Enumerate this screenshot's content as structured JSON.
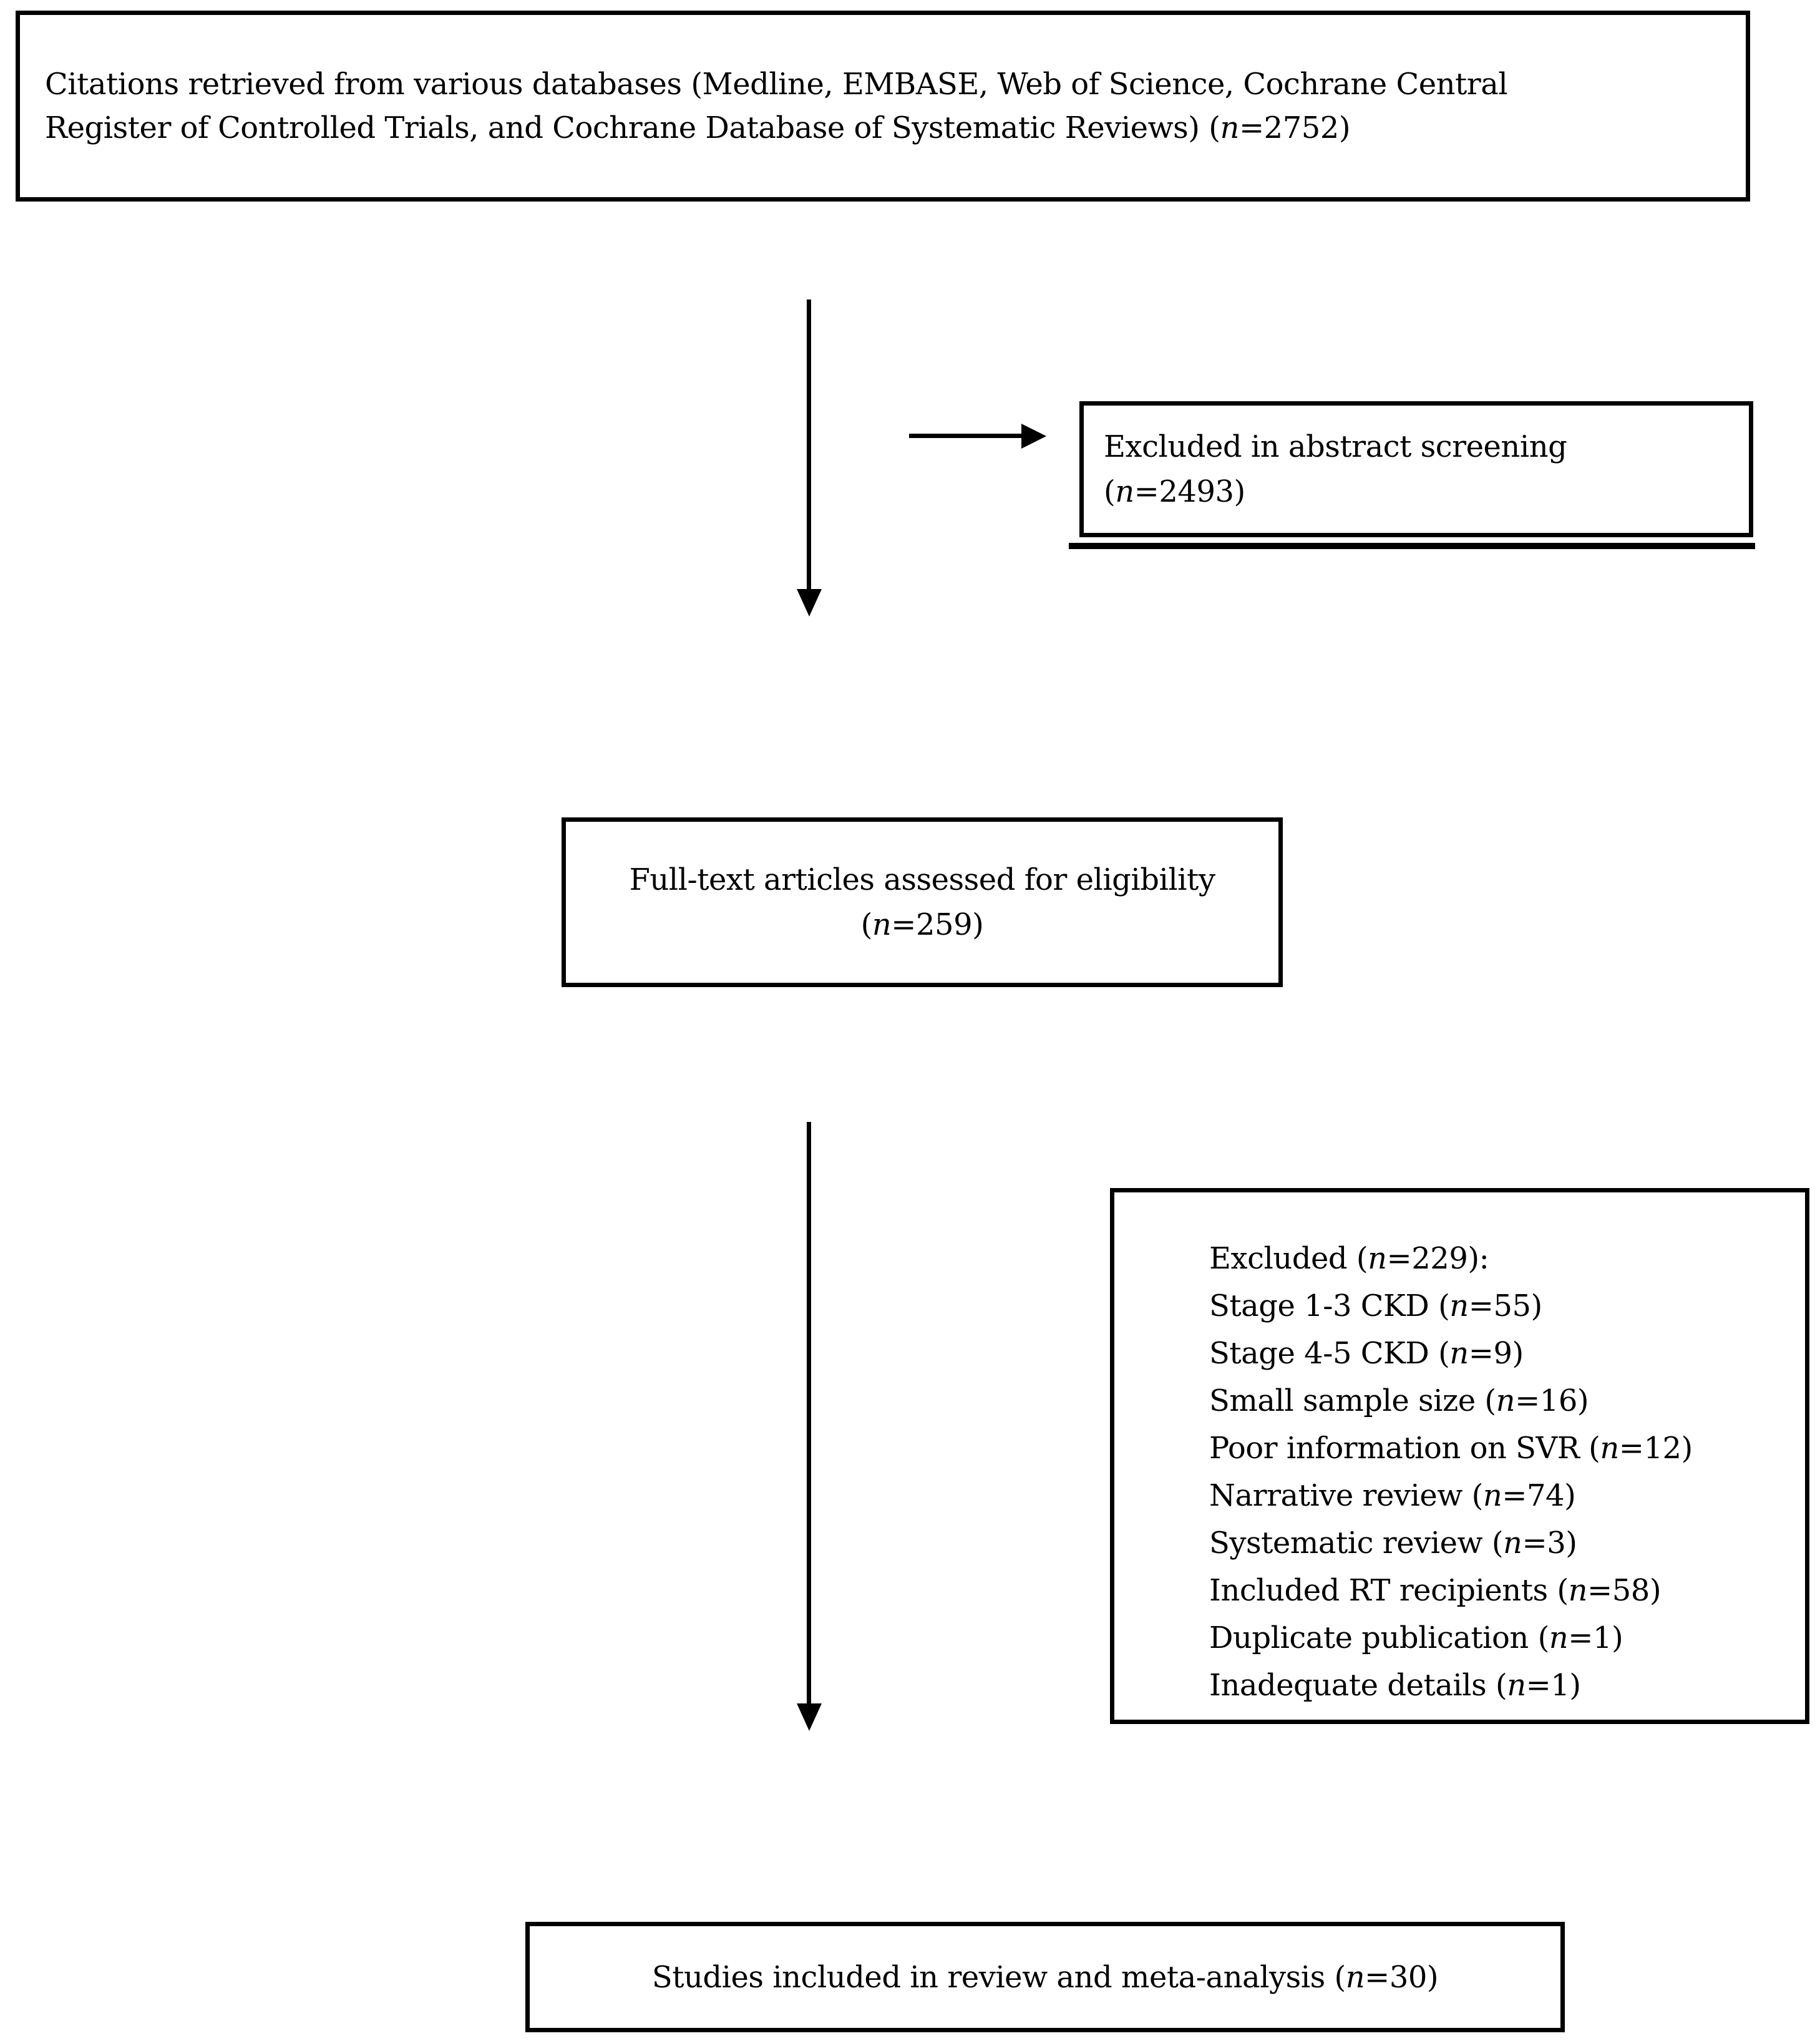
{
  "colors": {
    "ink": "#000000",
    "background": "#ffffff"
  },
  "boxes": {
    "citations": {
      "lines": [
        [
          {
            "t": "Citations retrieved from various databases (Medline, EMBASE, Web of Science, Cochrane Central"
          }
        ],
        [
          {
            "t": "Register of Controlled Trials, and Cochrane Database of Systematic Reviews) ("
          },
          {
            "t": "n",
            "i": true
          },
          {
            "t": "=2752)"
          }
        ]
      ]
    },
    "excluded_abstract": {
      "lines": [
        [
          {
            "t": "Excluded in abstract screening"
          }
        ],
        [
          {
            "t": "("
          },
          {
            "t": "n",
            "i": true
          },
          {
            "t": "=2493)"
          }
        ]
      ]
    },
    "fulltext": {
      "lines": [
        [
          {
            "t": "Full-text articles assessed for eligibility"
          }
        ],
        [
          {
            "t": "("
          },
          {
            "t": "n",
            "i": true
          },
          {
            "t": "=259)"
          }
        ]
      ]
    },
    "excluded_fulltext": {
      "lines": [
        [
          {
            "t": "Excluded ("
          },
          {
            "t": "n",
            "i": true
          },
          {
            "t": "=229):"
          }
        ],
        [
          {
            "t": "Stage 1-3 CKD ("
          },
          {
            "t": "n",
            "i": true
          },
          {
            "t": "=55)"
          }
        ],
        [
          {
            "t": "Stage 4-5 CKD ("
          },
          {
            "t": "n",
            "i": true
          },
          {
            "t": "=9)"
          }
        ],
        [
          {
            "t": "Small sample size ("
          },
          {
            "t": "n",
            "i": true
          },
          {
            "t": "=16)"
          }
        ],
        [
          {
            "t": "Poor information on SVR ("
          },
          {
            "t": "n",
            "i": true
          },
          {
            "t": "=12)"
          }
        ],
        [
          {
            "t": "Narrative review ("
          },
          {
            "t": "n",
            "i": true
          },
          {
            "t": "=74)"
          }
        ],
        [
          {
            "t": "Systematic review ("
          },
          {
            "t": "n",
            "i": true
          },
          {
            "t": "=3)"
          }
        ],
        [
          {
            "t": "Included RT recipients ("
          },
          {
            "t": "n",
            "i": true
          },
          {
            "t": "=58)"
          }
        ],
        [
          {
            "t": "Duplicate publication ("
          },
          {
            "t": "n",
            "i": true
          },
          {
            "t": "=1)"
          }
        ],
        [
          {
            "t": "Inadequate details ("
          },
          {
            "t": "n",
            "i": true
          },
          {
            "t": "=1)"
          }
        ]
      ]
    },
    "included": {
      "lines": [
        [
          {
            "t": "Studies included in review and meta-analysis ("
          },
          {
            "t": "n",
            "i": true
          },
          {
            "t": "=30)"
          }
        ]
      ]
    }
  }
}
